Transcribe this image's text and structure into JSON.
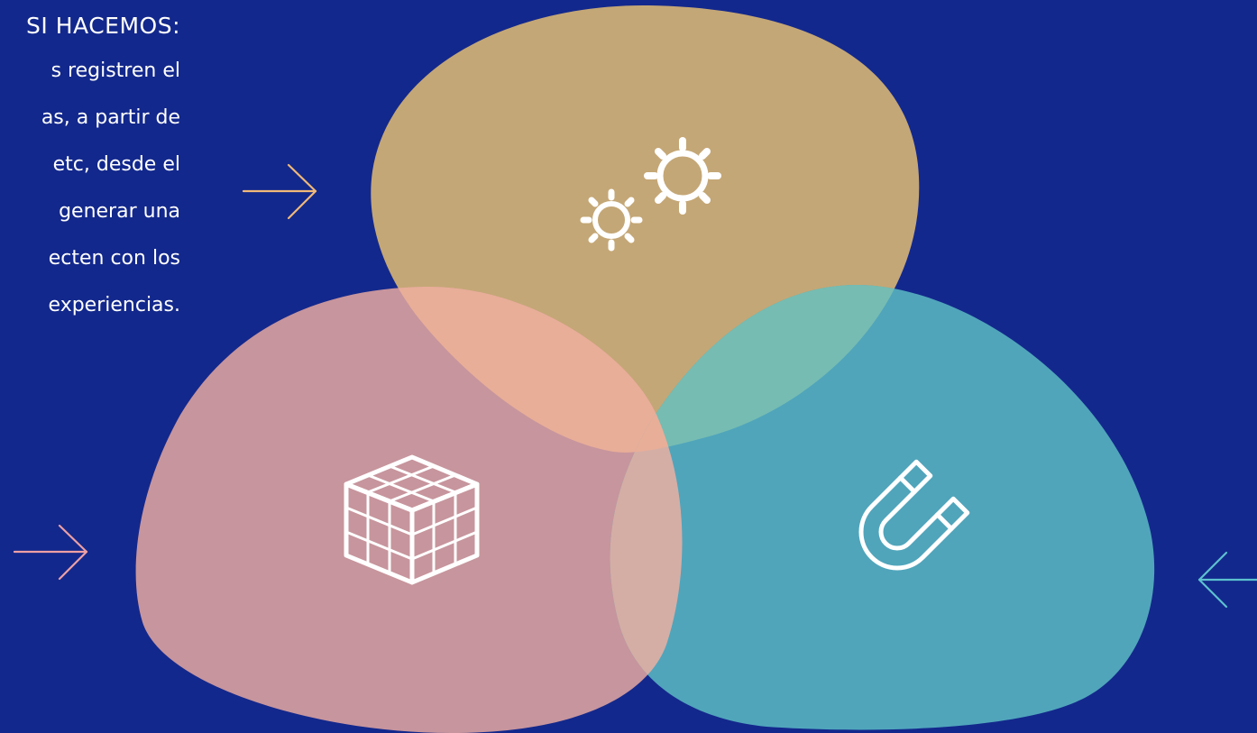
{
  "colors": {
    "background": "#13288c",
    "gold_blob": "#c4a776",
    "pink_blob": "#c7959d",
    "teal_blob": "#50a5bb",
    "overlap_gold_pink": "#e8ae98",
    "overlap_gold_teal": "#76bcb2",
    "overlap_pink_teal": "#d4aea5",
    "center": "#e8ae98",
    "arrow_gold": "#f0b978",
    "arrow_pink": "#eda0a4",
    "arrow_teal": "#5cc0cf"
  },
  "text": {
    "title": "SI HACEMOS:",
    "lines": [
      "s registren el",
      "as, a partir de",
      " etc, desde el",
      " generar una",
      "ecten con los",
      " experiencias."
    ]
  },
  "icons": {
    "top": "gears-icon",
    "left": "cube-grid-icon",
    "right": "magnet-icon"
  }
}
